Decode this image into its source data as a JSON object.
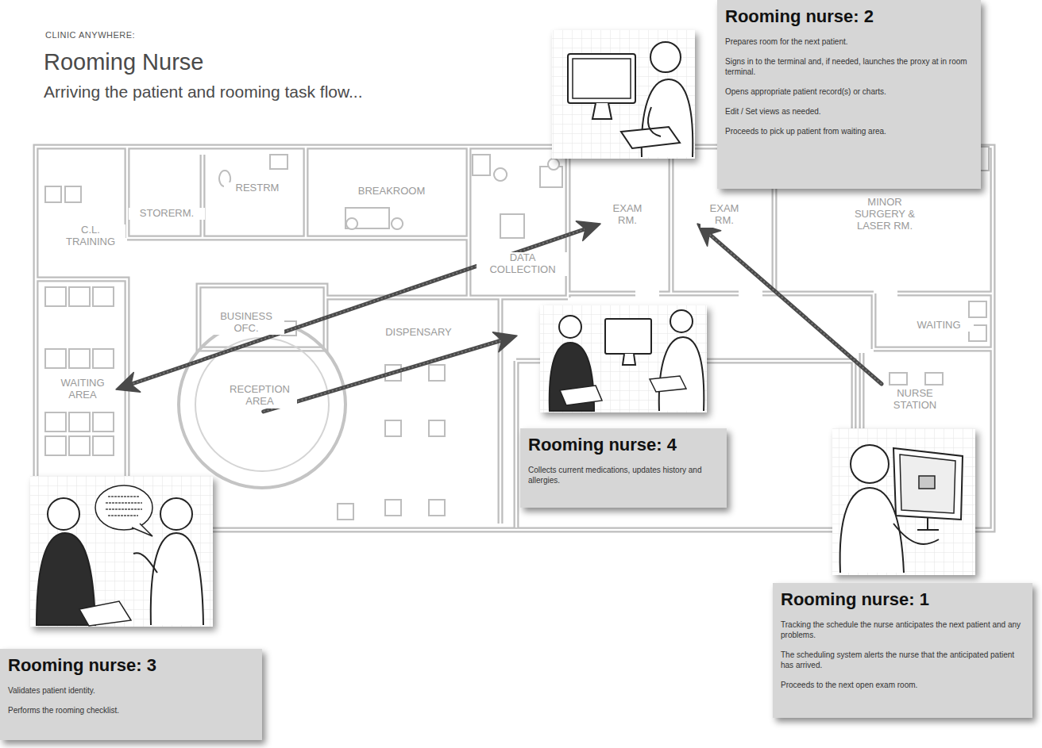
{
  "diagram": {
    "title": "Rooming Nurse",
    "nodes": [
      {
        "text": [
          "Rooming nurse: 2",
          "Prepares room for the next patient.",
          "Signs in to the terminal and, if needed, launches the proxy at in room terminal.",
          "Opens appropriate patient record(s) or charts.",
          "Edit / Set views as needed.",
          "Proceeds to pick up patient from waiting area."
        ]
      },
      {
        "text": [
          "EXAM RM."
        ]
      },
      {
        "text": [
          "EXAM RM."
        ]
      },
      {
        "text": [
          "WAITING AREA"
        ]
      },
      {
        "text": [
          "RECEPTION AREA"
        ]
      },
      {
        "text": [
          "Rooming nurse: 4",
          "Collects current medications, updates history and allergies."
        ]
      },
      {
        "text": [
          "NURSE STATION"
        ]
      },
      {
        "text": [
          "Rooming nurse: 1",
          "Tracking the schedule the nurse anticipates the next patient and any problems.",
          "The scheduling system alerts the nurse that the anticipated patient has arrived.",
          "Proceeds to the next open exam room."
        ]
      },
      {
        "text": [
          "Rooming nurse: 3",
          "Validates patient identity.",
          "Performs the rooming checklist."
        ]
      }
    ],
    "edges": [
      {
        "from": 6,
        "to": 2,
        "arrow": "to"
      },
      {
        "from": 1,
        "to": 3,
        "arrow": "both"
      },
      {
        "from": 4,
        "to": 5,
        "arrow": "to"
      }
    ],
    "labels": [
      "CLINIC ANYWHERE:",
      "Arriving the patient and rooming task flow...",
      "C.L. TRAINING",
      "STORERM.",
      "RESTRM",
      "BREAKROOM",
      "DATA COLLECTION",
      "MINOR SURGERY & LASER RM.",
      "WAITING",
      "BUSINESS OFC.",
      "DISPENSARY"
    ]
  }
}
